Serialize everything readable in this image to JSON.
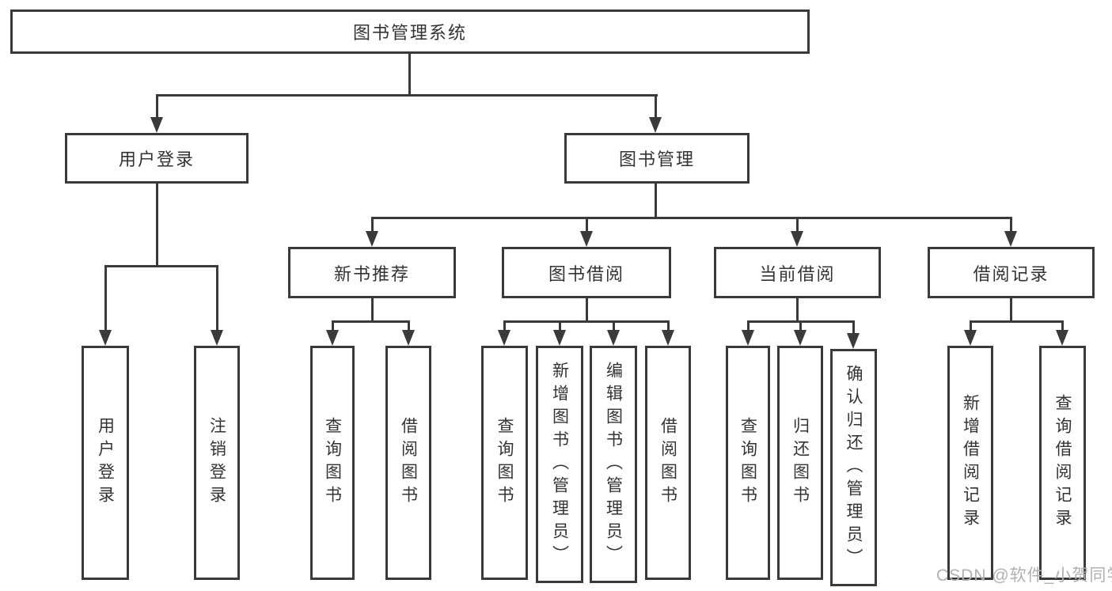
{
  "diagram_title": "图书管理系统",
  "tree": {
    "root": {
      "label": "图书管理系统"
    },
    "user_login": {
      "label": "用户登录",
      "children": [
        {
          "label": "用户登录"
        },
        {
          "label": "注销登录"
        }
      ]
    },
    "book_manage": {
      "label": "图书管理",
      "children": [
        {
          "label": "新书推荐",
          "children": [
            {
              "label": "查询图书"
            },
            {
              "label": "借阅图书"
            }
          ]
        },
        {
          "label": "图书借阅",
          "children": [
            {
              "label": "查询图书"
            },
            {
              "label": "新增图书（管理员）"
            },
            {
              "label": "编辑图书（管理员）"
            },
            {
              "label": "借阅图书"
            }
          ]
        },
        {
          "label": "当前借阅",
          "children": [
            {
              "label": "查询图书"
            },
            {
              "label": "归还图书"
            },
            {
              "label": "确认归还（管理员）"
            }
          ]
        },
        {
          "label": "借阅记录",
          "children": [
            {
              "label": "新增借阅记录"
            },
            {
              "label": "查询借阅记录"
            }
          ]
        }
      ]
    }
  },
  "watermark": {
    "text": "CSDN @软件_小贺同学"
  },
  "colors": {
    "line": "#3a3a3a",
    "text": "#333333",
    "bg": "#ffffff",
    "wm": "#b0b0b0"
  }
}
